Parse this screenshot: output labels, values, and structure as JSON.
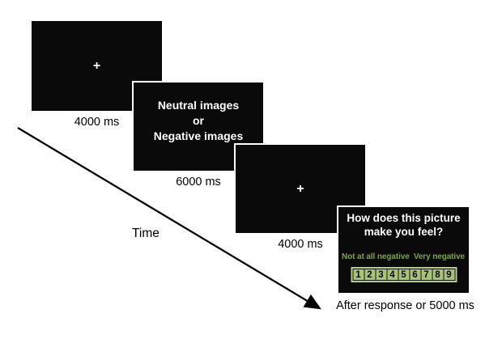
{
  "diagram": {
    "time_label": "Time",
    "screens": [
      {
        "name": "fixation-1",
        "content": "+",
        "caption": "4000 ms"
      },
      {
        "name": "stimulus",
        "lines": [
          "Neutral images",
          "or",
          "Negative images"
        ],
        "caption": "6000 ms"
      },
      {
        "name": "fixation-2",
        "content": "+",
        "caption": "4000 ms"
      },
      {
        "name": "rating",
        "question_line1": "How does this picture",
        "question_line2": "make you feel?",
        "anchor_left": "Not at all negative",
        "anchor_right": "Very negative",
        "scale_values": [
          "1",
          "2",
          "3",
          "4",
          "5",
          "6",
          "7",
          "8",
          "9"
        ],
        "caption": "After response or 5000 ms"
      }
    ],
    "colors": {
      "screen_bg": "#0a0a0a",
      "screen_text": "#ffffff",
      "anchor_green": "#79a73c",
      "scale_cell_green": "#a6c378",
      "scale_outer_green": "#b5cc8c",
      "arrow": "#000000",
      "caption_text": "#000000"
    }
  }
}
